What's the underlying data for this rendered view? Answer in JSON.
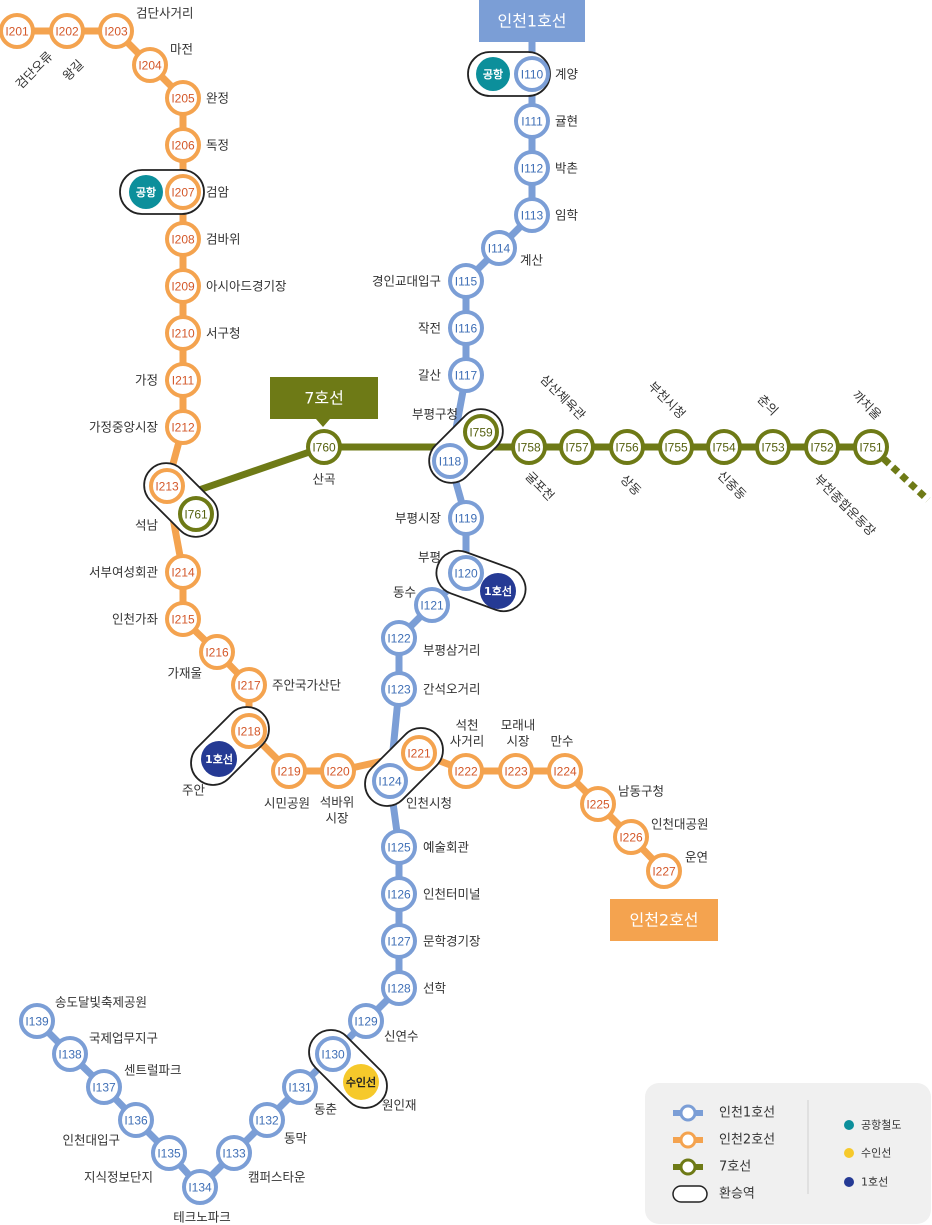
{
  "colors": {
    "line1": "#7B9ED6",
    "line2": "#F4A34F",
    "line7": "#6E7A16",
    "airport": "#0C8F9B",
    "suin": "#F6C92B",
    "seoul1": "#253A94",
    "line1_code": "#3F6FB6",
    "line2_code": "#D4582A",
    "line7_code": "#55600E"
  },
  "line_labels": {
    "line1": "인천1호선",
    "line2": "인천2호선",
    "line7": "7호선"
  },
  "badges": {
    "airport": "공항",
    "seoul1": "1호선",
    "suin": "수인선"
  },
  "stations": {
    "line2": [
      {
        "code": "I201",
        "name": "검단오류"
      },
      {
        "code": "I202",
        "name": "왕길"
      },
      {
        "code": "I203",
        "name": "검단사거리"
      },
      {
        "code": "I204",
        "name": "마전"
      },
      {
        "code": "I205",
        "name": "완정"
      },
      {
        "code": "I206",
        "name": "독정"
      },
      {
        "code": "I207",
        "name": "검암"
      },
      {
        "code": "I208",
        "name": "검바위"
      },
      {
        "code": "I209",
        "name": "아시아드경기장"
      },
      {
        "code": "I210",
        "name": "서구청"
      },
      {
        "code": "I211",
        "name": "가정"
      },
      {
        "code": "I212",
        "name": "가정중앙시장"
      },
      {
        "code": "I213",
        "name": "석남"
      },
      {
        "code": "I214",
        "name": "서부여성회관"
      },
      {
        "code": "I215",
        "name": "인천가좌"
      },
      {
        "code": "I216",
        "name": "가재울"
      },
      {
        "code": "I217",
        "name": "주안국가산단"
      },
      {
        "code": "I218",
        "name": "주안"
      },
      {
        "code": "I219",
        "name": "시민공원"
      },
      {
        "code": "I220",
        "name": "석바위\n시장"
      },
      {
        "code": "I221",
        "name": "인천시청"
      },
      {
        "code": "I222",
        "name": "석천\n사거리"
      },
      {
        "code": "I223",
        "name": "모래내\n시장"
      },
      {
        "code": "I224",
        "name": "만수"
      },
      {
        "code": "I225",
        "name": "남동구청"
      },
      {
        "code": "I226",
        "name": "인천대공원"
      },
      {
        "code": "I227",
        "name": "운연"
      }
    ],
    "line1": [
      {
        "code": "I110",
        "name": "계양"
      },
      {
        "code": "I111",
        "name": "귤현"
      },
      {
        "code": "I112",
        "name": "박촌"
      },
      {
        "code": "I113",
        "name": "임학"
      },
      {
        "code": "I114",
        "name": "계산"
      },
      {
        "code": "I115",
        "name": "경인교대입구"
      },
      {
        "code": "I116",
        "name": "작전"
      },
      {
        "code": "I117",
        "name": "갈산"
      },
      {
        "code": "I118",
        "name": "부평구청"
      },
      {
        "code": "I119",
        "name": "부평시장"
      },
      {
        "code": "I120",
        "name": "부평"
      },
      {
        "code": "I121",
        "name": "동수"
      },
      {
        "code": "I122",
        "name": "부평삼거리"
      },
      {
        "code": "I123",
        "name": "간석오거리"
      },
      {
        "code": "I124",
        "name": "인천시청"
      },
      {
        "code": "I125",
        "name": "예술회관"
      },
      {
        "code": "I126",
        "name": "인천터미널"
      },
      {
        "code": "I127",
        "name": "문학경기장"
      },
      {
        "code": "I128",
        "name": "선학"
      },
      {
        "code": "I129",
        "name": "신연수"
      },
      {
        "code": "I130",
        "name": "원인재"
      },
      {
        "code": "I131",
        "name": "동춘"
      },
      {
        "code": "I132",
        "name": "동막"
      },
      {
        "code": "I133",
        "name": "캠퍼스타운"
      },
      {
        "code": "I134",
        "name": "테크노파크"
      },
      {
        "code": "I135",
        "name": "지식정보단지"
      },
      {
        "code": "I136",
        "name": "인천대입구"
      },
      {
        "code": "I137",
        "name": "센트럴파크"
      },
      {
        "code": "I138",
        "name": "국제업무지구"
      },
      {
        "code": "I139",
        "name": "송도달빛축제공원"
      }
    ],
    "line7": [
      {
        "code": "I761",
        "name": ""
      },
      {
        "code": "I760",
        "name": "산곡"
      },
      {
        "code": "I759",
        "name": ""
      },
      {
        "code": "I758",
        "name": "굴포천"
      },
      {
        "code": "I757",
        "name": "삼산체육관"
      },
      {
        "code": "I756",
        "name": "상동"
      },
      {
        "code": "I755",
        "name": "부천시청"
      },
      {
        "code": "I754",
        "name": "신중동"
      },
      {
        "code": "I753",
        "name": "춘의"
      },
      {
        "code": "I752",
        "name": "부천종합운동장"
      },
      {
        "code": "I751",
        "name": "까치울"
      }
    ]
  },
  "legend": {
    "line1": "인천1호선",
    "line2": "인천2호선",
    "line7": "7호선",
    "transfer": "환승역",
    "airport": "공항철도",
    "suin": "수인선",
    "seoul1": "1호선"
  }
}
